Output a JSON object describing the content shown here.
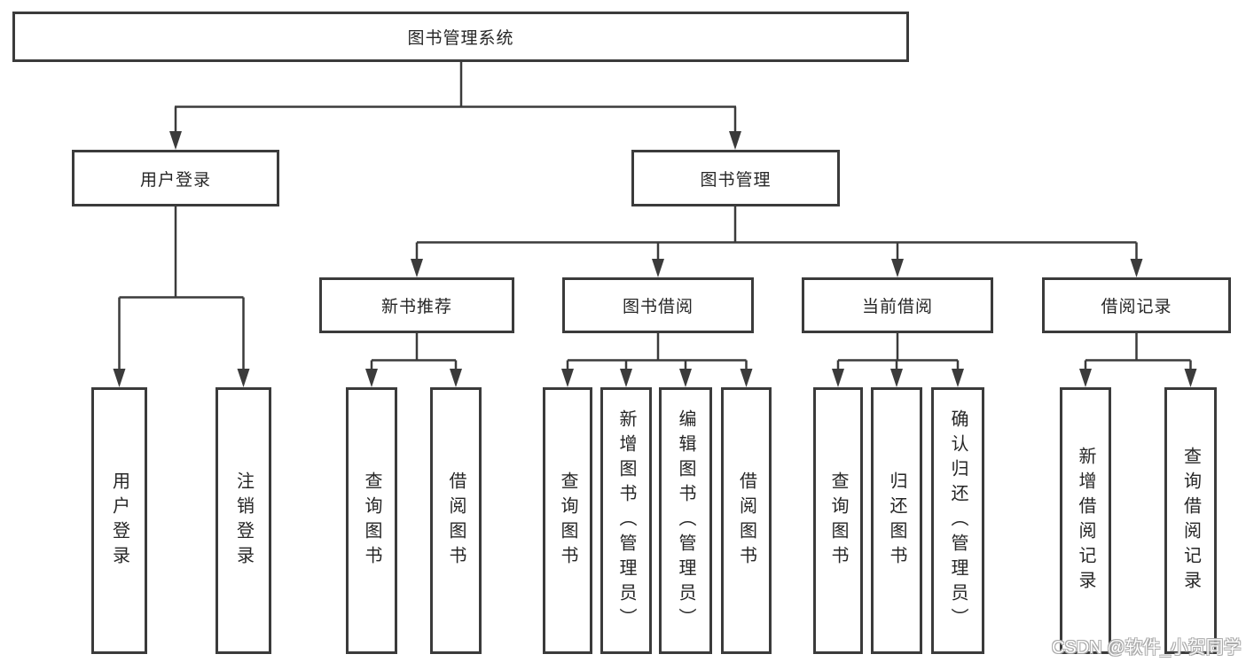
{
  "colors": {
    "line": "#3b3b3b",
    "border": "#3b3b3b",
    "text": "#262626",
    "background": "#ffffff",
    "watermark_fill": "#ffffff",
    "watermark_outline": "#a6a6a6"
  },
  "tree": {
    "root": {
      "label": "图书管理系统"
    },
    "level2": [
      {
        "label": "用户登录",
        "children": [
          {
            "label": "用户登录"
          },
          {
            "label": "注销登录"
          }
        ]
      },
      {
        "label": "图书管理",
        "children": [
          {
            "label": "新书推荐",
            "children": [
              {
                "label": "查询图书"
              },
              {
                "label": "借阅图书"
              }
            ]
          },
          {
            "label": "图书借阅",
            "children": [
              {
                "label": "查询图书"
              },
              {
                "label": "新增图书（管理员）"
              },
              {
                "label": "编辑图书（管理员）"
              },
              {
                "label": "借阅图书"
              }
            ]
          },
          {
            "label": "当前借阅",
            "children": [
              {
                "label": "查询图书"
              },
              {
                "label": "归还图书"
              },
              {
                "label": "确认归还（管理员）"
              }
            ]
          },
          {
            "label": "借阅记录",
            "children": [
              {
                "label": "新增借阅记录"
              },
              {
                "label": "查询借阅记录"
              }
            ]
          }
        ]
      }
    ]
  },
  "watermark": {
    "text": "CSDN @软件_小贺同学"
  }
}
